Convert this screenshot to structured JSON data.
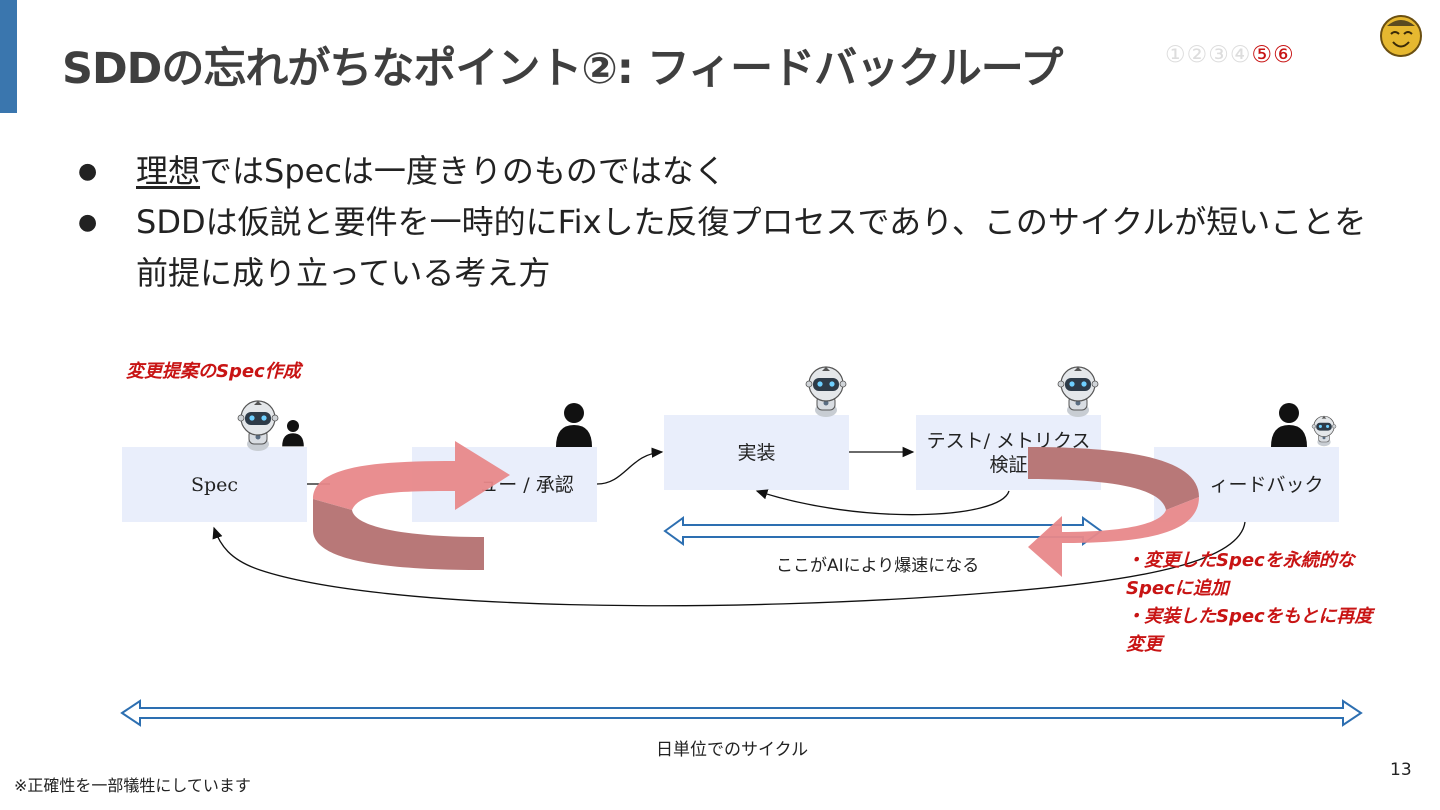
{
  "slide": {
    "title": "SDDの忘れがちなポイント②: フィードバックループ",
    "page_number": "13",
    "footnote": "※正確性を一部犠牲にしています",
    "accent_color": "#3a76ae",
    "highlight_color": "#c81414"
  },
  "step_indicator": {
    "steps": [
      "①",
      "②",
      "③",
      "④",
      "⑤",
      "⑥"
    ],
    "current": [
      "⑤",
      "⑥"
    ]
  },
  "bullets": [
    {
      "underlined": "理想",
      "text": "ではSpecは一度きりのものではなく"
    },
    {
      "underlined": "",
      "text": "SDDは仮説と要件を一時的にFixした反復プロセスであり、このサイクルが短いことを前提に成り立っている考え方"
    }
  ],
  "diagram": {
    "boxes": {
      "spec": "Spec",
      "review": "ュー / 承認",
      "implement": "実装",
      "test_line1": "テスト/ メトリクス",
      "test_line2": "検証",
      "feedback": "ィードバック"
    },
    "actor_icons": [
      "robot-icon",
      "person-icon"
    ],
    "spec_creation_label": "変更提案のSpec作成",
    "ai_fast_label": "ここがAIにより爆速になる",
    "cycle_label": "日単位でのサイクル",
    "notes": [
      "・変更したSpecを永続的なSpecに追加",
      "・実装したSpecをもとに再度変更"
    ]
  }
}
